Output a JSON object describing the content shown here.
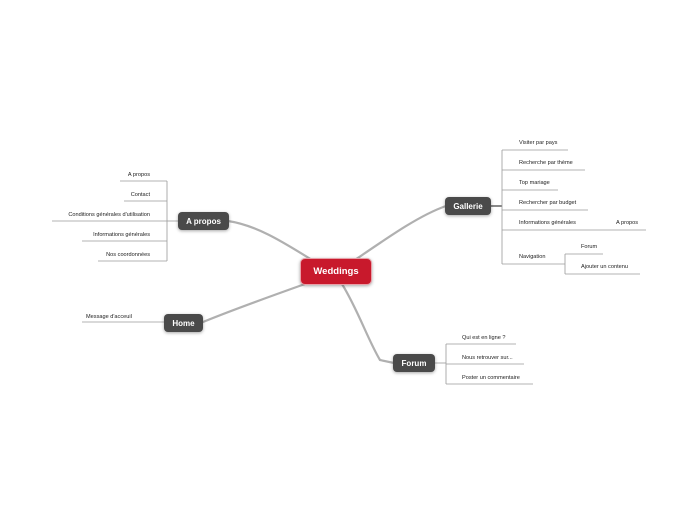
{
  "central": {
    "label": "Weddings",
    "color": "#c8192c"
  },
  "topics": {
    "gallerie": {
      "label": "Gallerie",
      "items": [
        "Visiter par pays",
        "Recherche par thème",
        "Top mariage",
        "Rechercher par budget",
        "Informations générales",
        "Navigation"
      ],
      "informations_child": "A propos",
      "navigation_children": [
        "Forum",
        "Ajouter un contenu"
      ]
    },
    "apropos": {
      "label": "A propos",
      "items": [
        "A propos",
        "Contact",
        "Conditions générales d'utilisation",
        "Informations générales",
        "Nos coordonnées"
      ]
    },
    "home": {
      "label": "Home",
      "items": [
        "Message d'acceuil"
      ]
    },
    "forum": {
      "label": "Forum",
      "items": [
        "Qui est en ligne ?",
        "Nous retrouver sur...",
        "Poster un commentaire"
      ]
    }
  },
  "colors": {
    "topic": "#4a4a4a",
    "connector": "#b0b0b0",
    "leaf_line": "#9a9a9a"
  }
}
